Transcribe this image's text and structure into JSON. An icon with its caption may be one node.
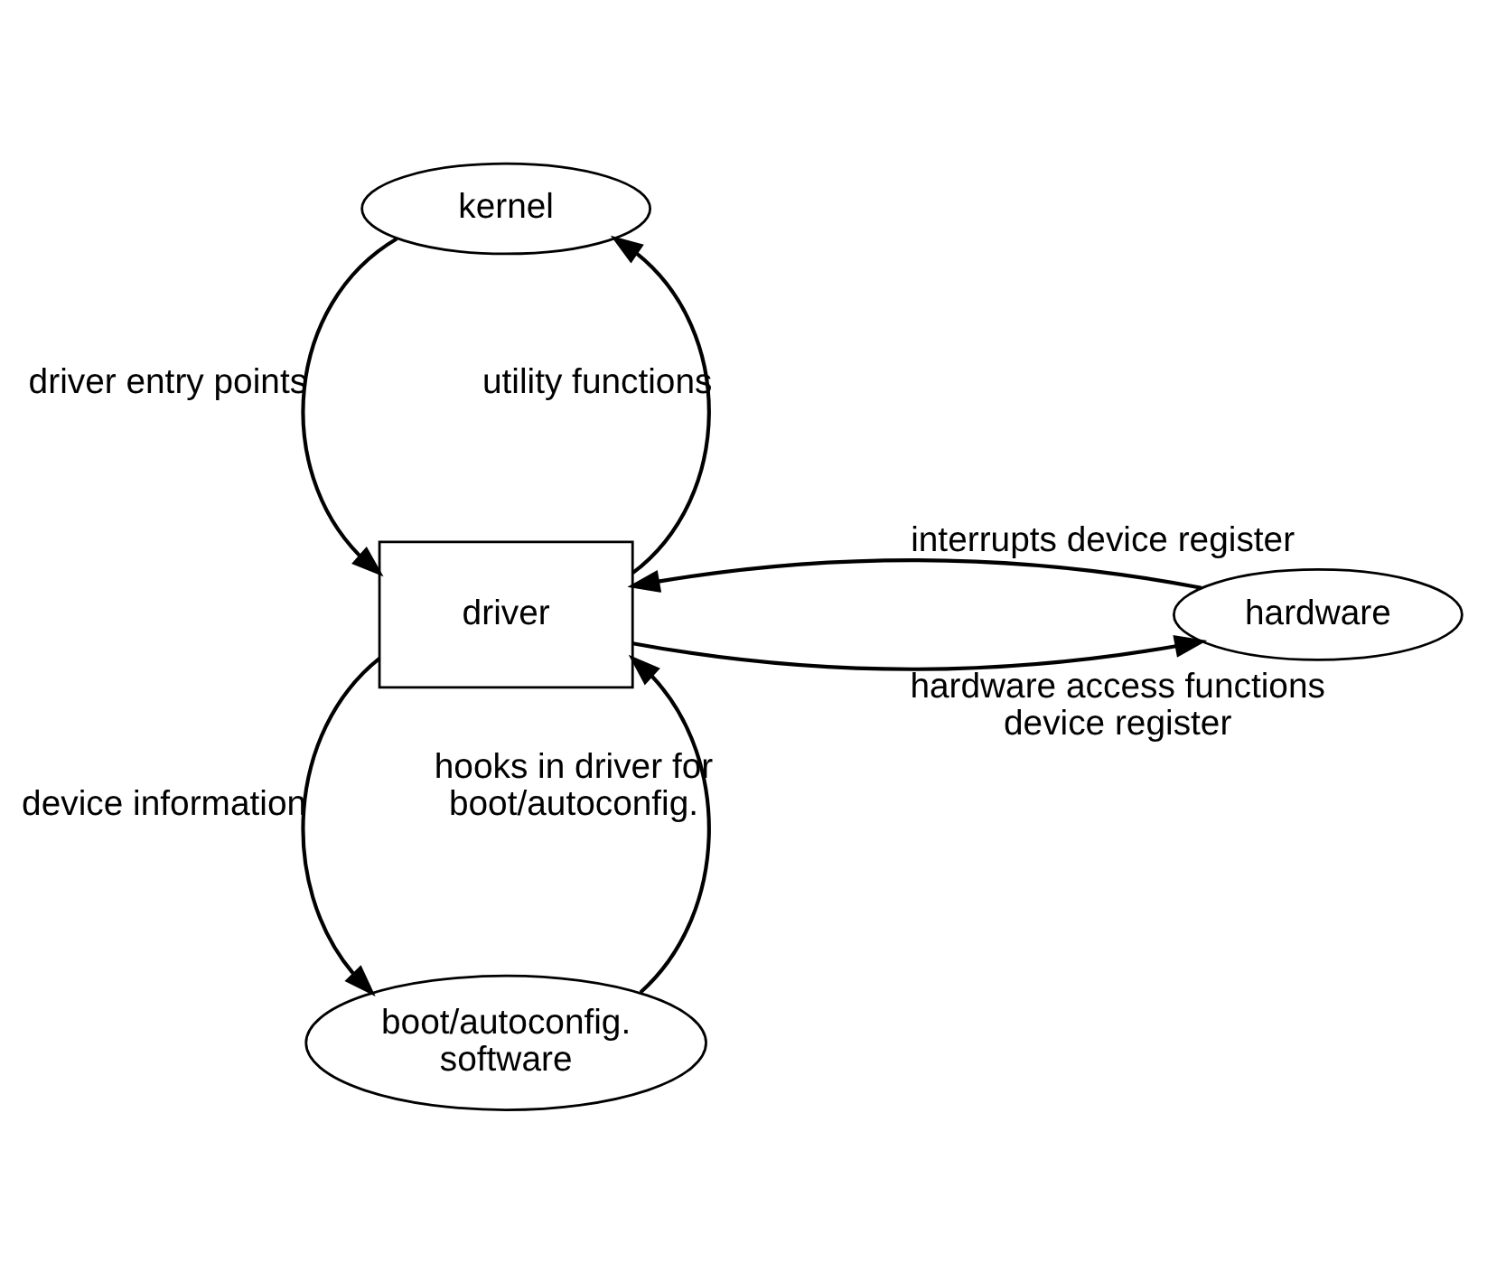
{
  "diagram": {
    "nodes": [
      {
        "text": [
          "kernel"
        ]
      },
      {
        "text": [
          "hardware"
        ]
      },
      {
        "text": [
          "driver"
        ]
      },
      {
        "text": [
          "boot/autoconfig. software"
        ]
      }
    ],
    "edges": [
      {
        "from": 0,
        "to": 2,
        "arrow": "to",
        "label": "driver entry points"
      },
      {
        "from": 2,
        "to": 0,
        "arrow": "to",
        "label": "utility functions"
      },
      {
        "from": 2,
        "to": 1,
        "arrow": "to",
        "label": "hardware access functions device register"
      },
      {
        "from": 1,
        "to": 2,
        "arrow": "to",
        "label": "interrupts device register"
      },
      {
        "from": 2,
        "to": 3,
        "arrow": "to",
        "label": "device information"
      },
      {
        "from": 3,
        "to": 2,
        "arrow": "to",
        "label": "hooks in driver for boot/autoconfig."
      }
    ]
  }
}
